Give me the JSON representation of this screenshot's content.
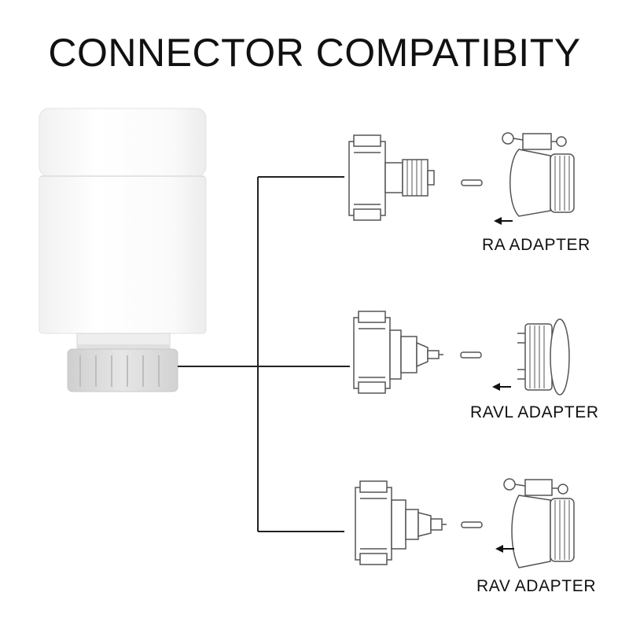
{
  "title": "CONNECTOR COMPATIBITY",
  "adapters": [
    {
      "label": "RA ADAPTER"
    },
    {
      "label": "RAVL ADAPTER"
    },
    {
      "label": "RAV ADAPTER"
    }
  ],
  "colors": {
    "line": "#222222",
    "drawing": "#555555",
    "knob": "#d9d9d9",
    "body_shadow": "#e9e9e9"
  }
}
